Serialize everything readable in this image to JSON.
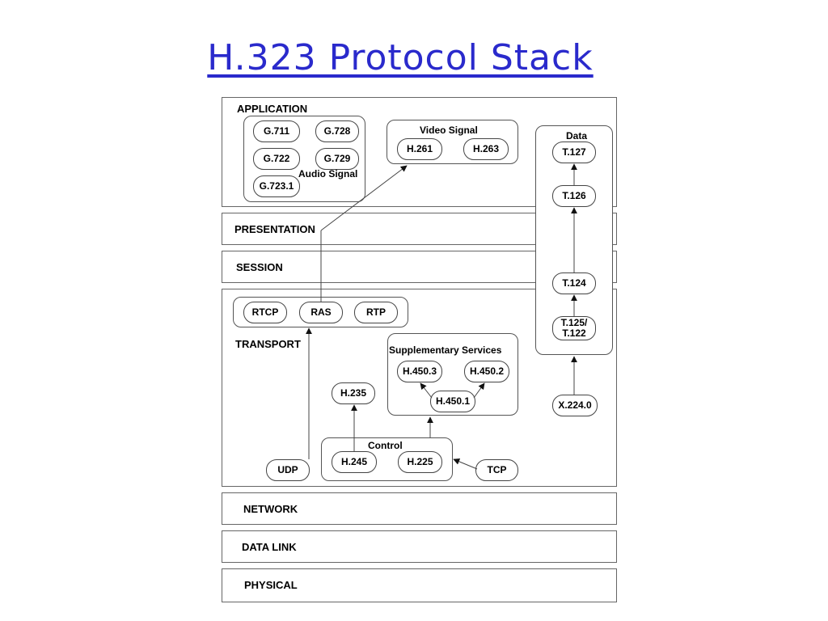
{
  "title": "H.323 Protocol Stack",
  "layers": {
    "application": "APPLICATION",
    "presentation": "PRESENTATION",
    "session": "SESSION",
    "transport": "TRANSPORT",
    "network": "NETWORK",
    "data_link": "DATA LINK",
    "physical": "PHYSICAL"
  },
  "audio": {
    "label": "Audio Signal",
    "protocols": [
      "G.711",
      "G.728",
      "G.722",
      "G.729",
      "G.723.1"
    ]
  },
  "video": {
    "label": "Video Signal",
    "protocols": [
      "H.261",
      "H.263"
    ]
  },
  "data": {
    "label": "Data",
    "protocols": [
      "T.127",
      "T.126",
      "T.124",
      "T.125/\nT.122"
    ]
  },
  "x224": "X.224.0",
  "rtp_group": [
    "RTCP",
    "RAS",
    "RTP"
  ],
  "supplementary": {
    "label": "Supplementary Services",
    "protocols": [
      "H.450.3",
      "H.450.2",
      "H.450.1"
    ]
  },
  "h235": "H.235",
  "control": {
    "label": "Control",
    "protocols": [
      "H.245",
      "H.225"
    ]
  },
  "udp": "UDP",
  "tcp": "TCP",
  "colors": {
    "title": "#2a2acc",
    "lines": "#444444"
  }
}
